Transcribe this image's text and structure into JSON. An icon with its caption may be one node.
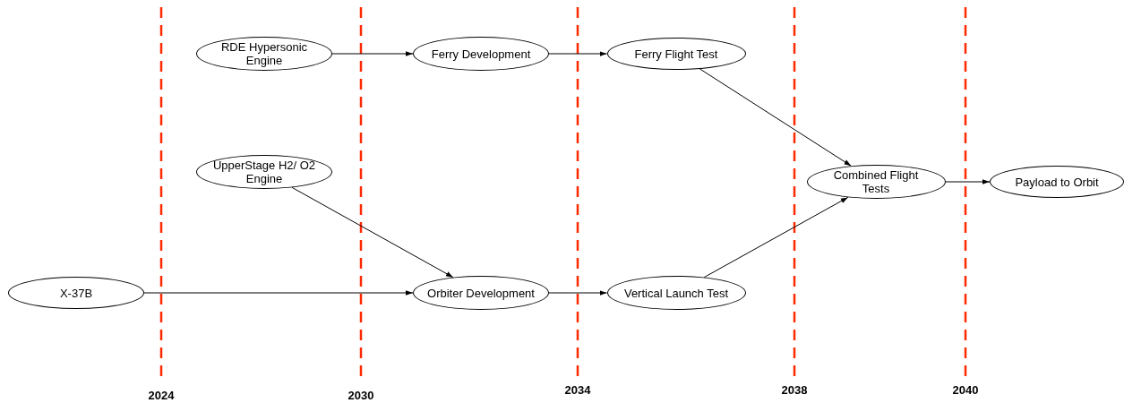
{
  "diagram": {
    "nodes": [
      {
        "text": [
          "RDE Hypersonic Engine"
        ]
      },
      {
        "text": [
          "Ferry Development"
        ]
      },
      {
        "text": [
          "Ferry Flight Test"
        ]
      },
      {
        "text": [
          "UpperStage H2/ O2 Engine"
        ]
      },
      {
        "text": [
          "Combined Flight Tests"
        ]
      },
      {
        "text": [
          "Payload to Orbit"
        ]
      },
      {
        "text": [
          "X-37B"
        ]
      },
      {
        "text": [
          "Orbiter Development"
        ]
      },
      {
        "text": [
          "Vertical Launch Test"
        ]
      }
    ],
    "edges": [
      {
        "from": 0,
        "to": 1,
        "arrow": "to"
      },
      {
        "from": 1,
        "to": 2,
        "arrow": "to"
      },
      {
        "from": 2,
        "to": 4,
        "arrow": "to"
      },
      {
        "from": 3,
        "to": 7,
        "arrow": "to"
      },
      {
        "from": 6,
        "to": 7,
        "arrow": "to"
      },
      {
        "from": 7,
        "to": 8,
        "arrow": "to"
      },
      {
        "from": 8,
        "to": 4,
        "arrow": "to"
      },
      {
        "from": 4,
        "to": 5,
        "arrow": "to"
      }
    ],
    "labels": [
      "2024",
      "2030",
      "2034",
      "2038",
      "2040"
    ]
  }
}
